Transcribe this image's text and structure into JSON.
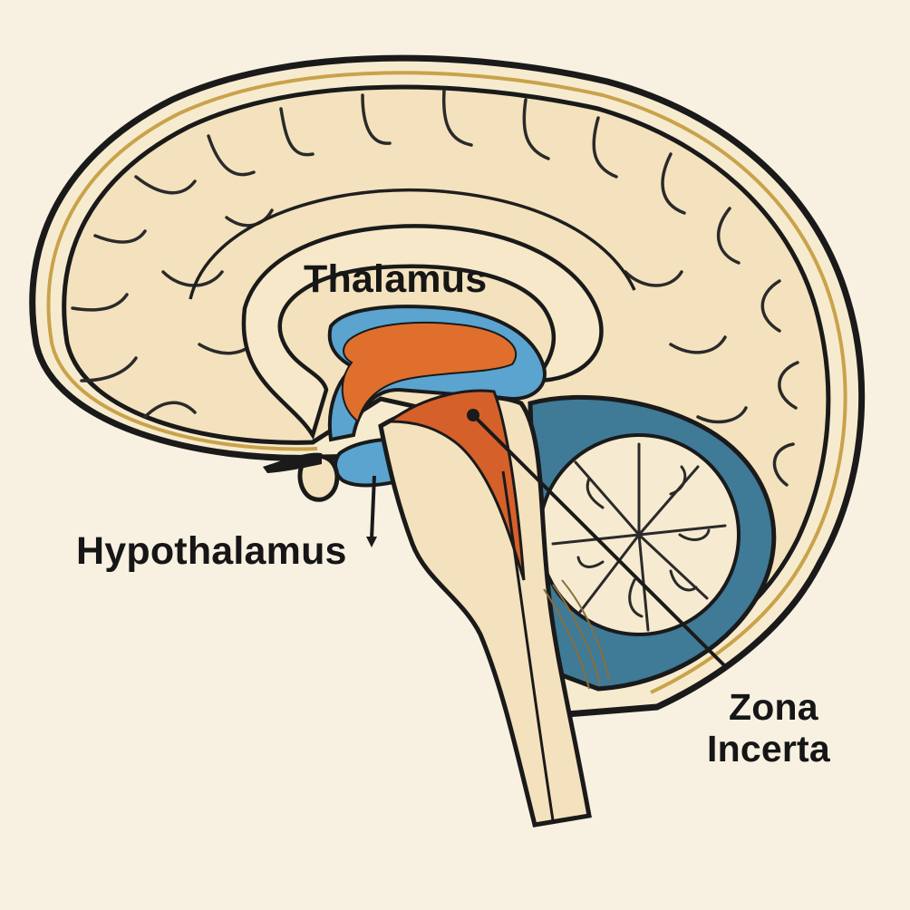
{
  "diagram": {
    "labels": {
      "thalamus": "Thalamus",
      "hypothalamus": "Hypothalamus",
      "zona_incerta_line1": "Zona",
      "zona_incerta_line2": "Incerta"
    }
  }
}
